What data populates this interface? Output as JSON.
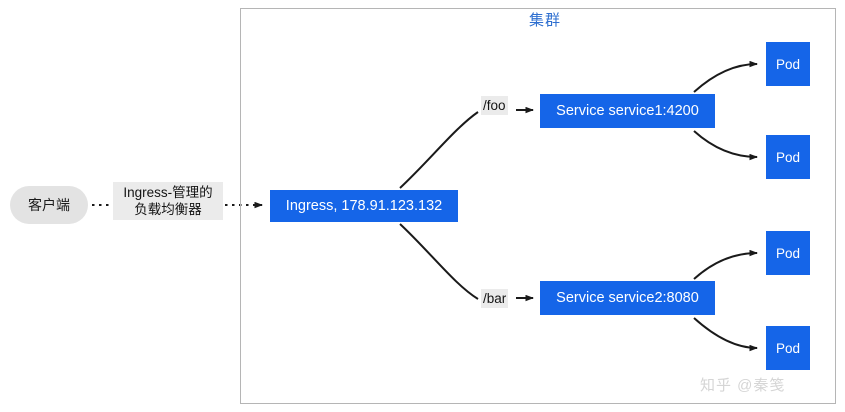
{
  "diagram": {
    "cluster": {
      "title": "集群"
    },
    "client": {
      "label": "客户端"
    },
    "load_balancer_edge": {
      "line1": "Ingress-管理的",
      "line2": "负载均衡器"
    },
    "ingress": {
      "label": "Ingress, 178.91.123.132"
    },
    "paths": {
      "foo": "/foo",
      "bar": "/bar"
    },
    "services": [
      {
        "label": "Service service1:4200"
      },
      {
        "label": "Service service2:8080"
      }
    ],
    "pods": [
      {
        "label": "Pod"
      },
      {
        "label": "Pod"
      },
      {
        "label": "Pod"
      },
      {
        "label": "Pod"
      }
    ],
    "watermark": "知乎 @秦笺",
    "colors": {
      "node_blue": "#1565e8",
      "cluster_title_blue": "#2e6fd0",
      "client_gray": "#e3e3e3",
      "label_gray": "#ebebeb",
      "border_gray": "#b5b5b5",
      "edge_black": "#1a1a1a",
      "watermark_gray": "#d5d5d5"
    }
  }
}
